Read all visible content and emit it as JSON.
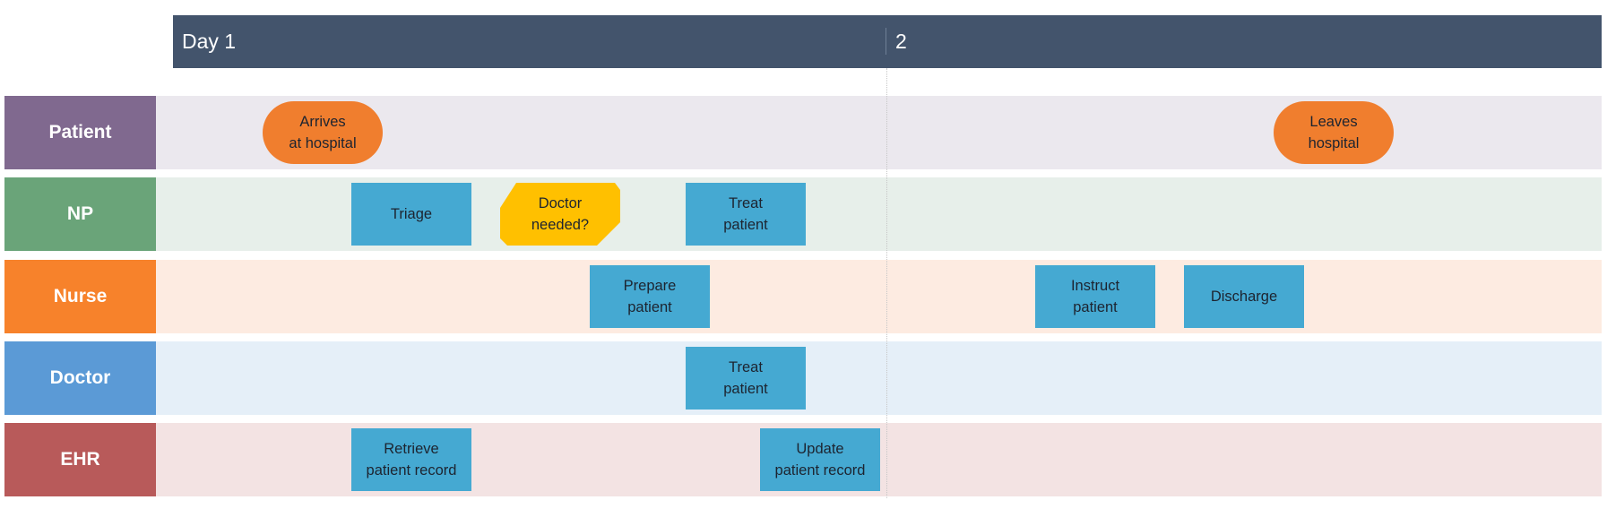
{
  "timeline": {
    "day1_label": "Day 1",
    "day2_label": "2",
    "header_color": "#43546c"
  },
  "lanes": [
    {
      "label": "Patient",
      "label_color": "#80698f",
      "band_color": "#ebe8ee"
    },
    {
      "label": "NP",
      "label_color": "#6aa479",
      "band_color": "#e7efea"
    },
    {
      "label": "Nurse",
      "label_color": "#f7822b",
      "band_color": "#fdebe1"
    },
    {
      "label": "Doctor",
      "label_color": "#5b9ad6",
      "band_color": "#e5eff8"
    },
    {
      "label": "EHR",
      "label_color": "#b85a5a",
      "band_color": "#f3e3e3"
    }
  ],
  "nodes": {
    "arrives": "Arrives\nat hospital",
    "leaves": "Leaves\nhospital",
    "triage": "Triage",
    "doctor_needed": "Doctor\nneeded?",
    "np_treat": "Treat\npatient",
    "prepare": "Prepare\npatient",
    "instruct": "Instruct\npatient",
    "discharge": "Discharge",
    "doctor_treat": "Treat\npatient",
    "retrieve": "Retrieve\npatient record",
    "update": "Update\npatient record"
  },
  "colors": {
    "process": "#45a9d2",
    "terminal": "#f07e2e",
    "decision": "#ffc000"
  }
}
